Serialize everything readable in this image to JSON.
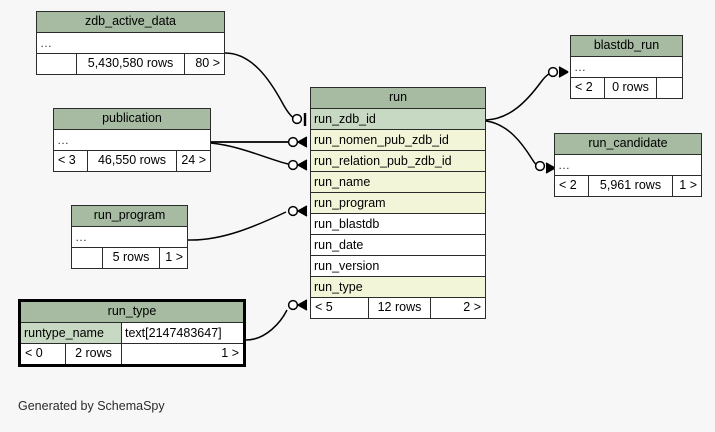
{
  "diagram": {
    "kind": "schemaspy-relationships-diagram",
    "credit": "Generated by SchemaSpy",
    "colors": {
      "background": "#f7f7f7",
      "table_header": "#a6bba2",
      "primary_key_row": "#c8d9c3",
      "indexed_row": "#f2f5d8",
      "plain_row": "#ffffff",
      "border": "#2b2b2b",
      "focal_border": "#000000",
      "edge": "#000000"
    },
    "ellipsis": "…"
  },
  "tables": {
    "zdb_active_data": {
      "name": "zdb_active_data",
      "rows_label": "5,430,580 rows",
      "footer_left": "",
      "footer_mid": "5,430,580 rows",
      "footer_right": "80 >"
    },
    "publication": {
      "name": "publication",
      "footer_left": "< 3",
      "footer_mid": "46,550 rows",
      "footer_right": "24 >"
    },
    "run_program": {
      "name": "run_program",
      "footer_left": "",
      "footer_mid": "5 rows",
      "footer_right": "1 >"
    },
    "run_type": {
      "name": "run_type",
      "focal": true,
      "column_name": "runtype_name",
      "column_type": "text[2147483647]",
      "footer_left": "< 0",
      "footer_mid": "2 rows",
      "footer_right": "1 >"
    },
    "run": {
      "name": "run",
      "columns": [
        {
          "label": "run_zdb_id",
          "style": "pk"
        },
        {
          "label": "run_nomen_pub_zdb_id",
          "style": "indexed"
        },
        {
          "label": "run_relation_pub_zdb_id",
          "style": "indexed"
        },
        {
          "label": "run_name",
          "style": "indexed"
        },
        {
          "label": "run_program",
          "style": "indexed"
        },
        {
          "label": "run_blastdb",
          "style": "plain"
        },
        {
          "label": "run_date",
          "style": "plain"
        },
        {
          "label": "run_version",
          "style": "plain"
        },
        {
          "label": "run_type",
          "style": "indexed"
        }
      ],
      "footer_left": "< 5",
      "footer_mid": "12 rows",
      "footer_right": "2 >"
    },
    "blastdb_run": {
      "name": "blastdb_run",
      "footer_left": "< 2",
      "footer_mid": "0 rows",
      "footer_right": ""
    },
    "run_candidate": {
      "name": "run_candidate",
      "footer_left": "< 2",
      "footer_mid": "5,961 rows",
      "footer_right": "1 >"
    }
  },
  "relationships": [
    {
      "from": "zdb_active_data",
      "to": "run.run_zdb_id",
      "marker": "zero-one"
    },
    {
      "from": "publication",
      "to": "run.run_nomen_pub_zdb_id",
      "marker": "zero-many"
    },
    {
      "from": "publication",
      "to": "run.run_relation_pub_zdb_id",
      "marker": "zero-many"
    },
    {
      "from": "run_program",
      "to": "run.run_program",
      "marker": "zero-many"
    },
    {
      "from": "run_type",
      "to": "run.run_type",
      "marker": "zero-many"
    },
    {
      "from": "run.run_zdb_id",
      "to": "blastdb_run",
      "marker": "zero-many"
    },
    {
      "from": "run.run_zdb_id",
      "to": "run_candidate",
      "marker": "zero-many"
    }
  ]
}
